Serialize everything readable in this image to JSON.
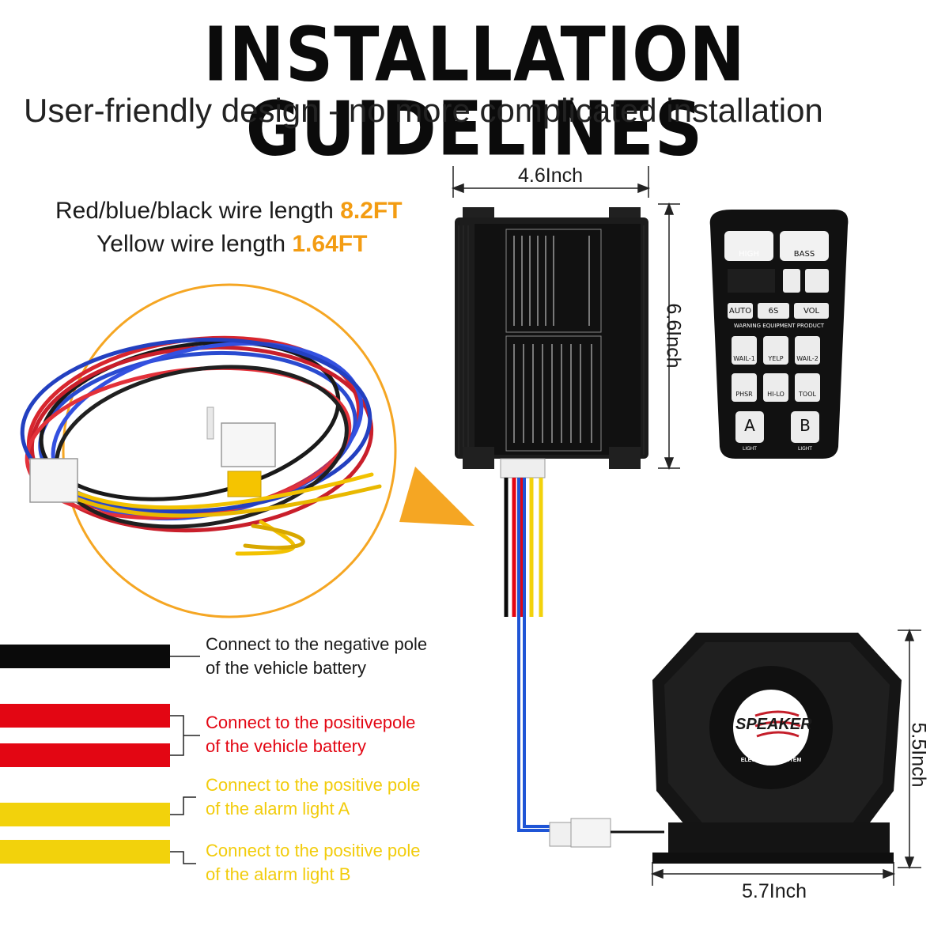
{
  "header": {
    "title": "INSTALLATION GUIDELINES",
    "subtitle": "User-friendly design - no more complicated installation"
  },
  "wire_info": {
    "line1_prefix": "Red/blue/black wire length ",
    "line1_value": "8.2FT",
    "line2_prefix": "Yellow wire length ",
    "line2_value": "1.64FT"
  },
  "dimensions": {
    "box_width": "4.6Inch",
    "box_height": "6.6Inch",
    "speaker_height": "5.5Inch",
    "speaker_width": "5.7Inch"
  },
  "legend": [
    {
      "wire": "black",
      "line1": "Connect to the negative pole",
      "line2": "of the vehicle battery"
    },
    {
      "wire": "red",
      "line1": "Connect to the positivepole",
      "line2": "of the vehicle battery"
    },
    {
      "wire": "yellow",
      "line1": "Connect to the positive pole",
      "line2": "of the alarm light A"
    },
    {
      "wire": "yellow",
      "line1": "Connect to the positive pole",
      "line2": "of the alarm light B"
    }
  ],
  "remote": {
    "buttons": [
      "HIGH",
      "BASS",
      "AUTO",
      "6S",
      "VOL",
      "WAIL-1",
      "YELP",
      "WAIL-2",
      "PHSR",
      "HI-LO",
      "TOOL",
      "A",
      "B"
    ],
    "band_text": "WARNING EQUIPMENT PRODUCT",
    "light_a": "LIGHT",
    "light_b": "LIGHT"
  },
  "speaker": {
    "logo_text": "SPEAKER",
    "logo_sub": "ELECTRIC PA SYSTEM"
  },
  "colors": {
    "black_wire": "#0a0a0a",
    "red_wire": "#e30613",
    "yellow_wire": "#f2d20c",
    "blue_wire": "#1f55d6",
    "accent_orange": "#f39c12"
  }
}
